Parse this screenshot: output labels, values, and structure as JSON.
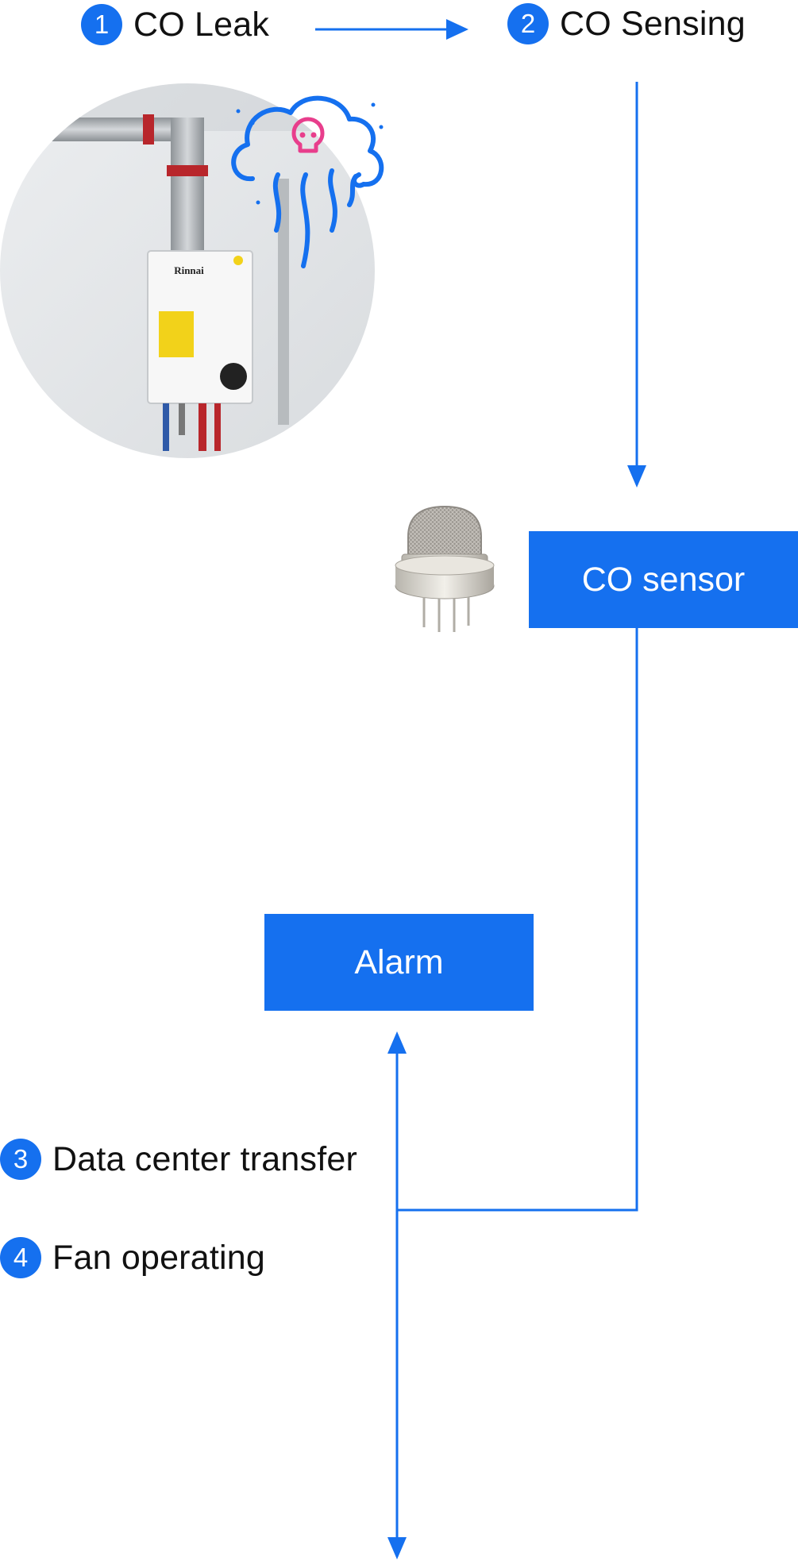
{
  "steps": [
    {
      "number": "1",
      "label": "CO Leak"
    },
    {
      "number": "2",
      "label": "CO Sensing"
    },
    {
      "number": "3",
      "label": "Data center transfer"
    },
    {
      "number": "4",
      "label": "Fan operating"
    }
  ],
  "boxes": {
    "co_sensor": "CO sensor",
    "alarm": "Alarm"
  },
  "colors": {
    "accent": "#1570ef",
    "hazard": "#e83e8c"
  },
  "icons": {
    "gas_cloud": "toxic-gas-cloud-icon",
    "skull": "skull-icon"
  }
}
